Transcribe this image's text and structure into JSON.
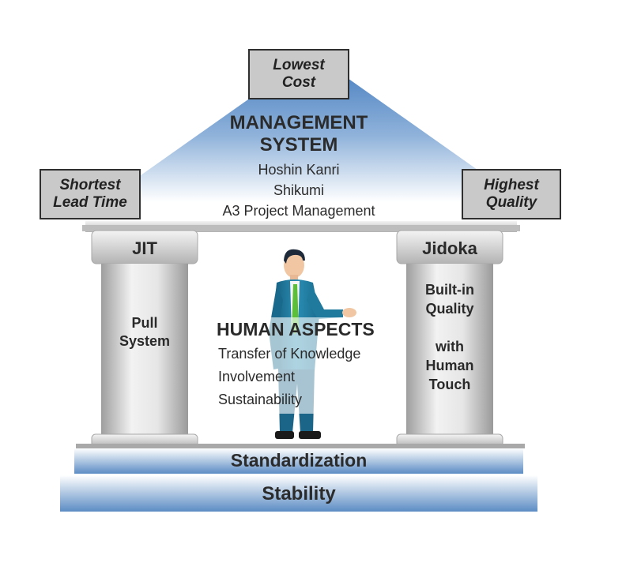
{
  "corners": {
    "top": [
      "Lowest",
      "Cost"
    ],
    "left": [
      "Shortest",
      "Lead Time"
    ],
    "right": [
      "Highest",
      "Quality"
    ]
  },
  "roof": {
    "title": [
      "MANAGEMENT",
      "SYSTEM"
    ],
    "items": [
      "Hoshin Kanri",
      "Shikumi",
      "A3 Project Management"
    ]
  },
  "pillars": {
    "left": {
      "title": "JIT",
      "text": [
        "Pull",
        "System"
      ]
    },
    "right": {
      "title": "Jidoka",
      "text": [
        "Built-in",
        "Quality",
        "",
        "with",
        "Human",
        "Touch"
      ]
    }
  },
  "center": {
    "title": "HUMAN ASPECTS",
    "items": [
      "Transfer of Knowledge",
      "Involvement",
      "Sustainability"
    ]
  },
  "base": {
    "upper": "Standardization",
    "lower": "Stability"
  },
  "colors": {
    "roof_blue": "#4a7fc0",
    "base_blue": "#6f98c9",
    "pillar_gray": "#c2c2c2",
    "suit_teal": "#1f7a9e",
    "tie_green": "#5cbf3a"
  }
}
